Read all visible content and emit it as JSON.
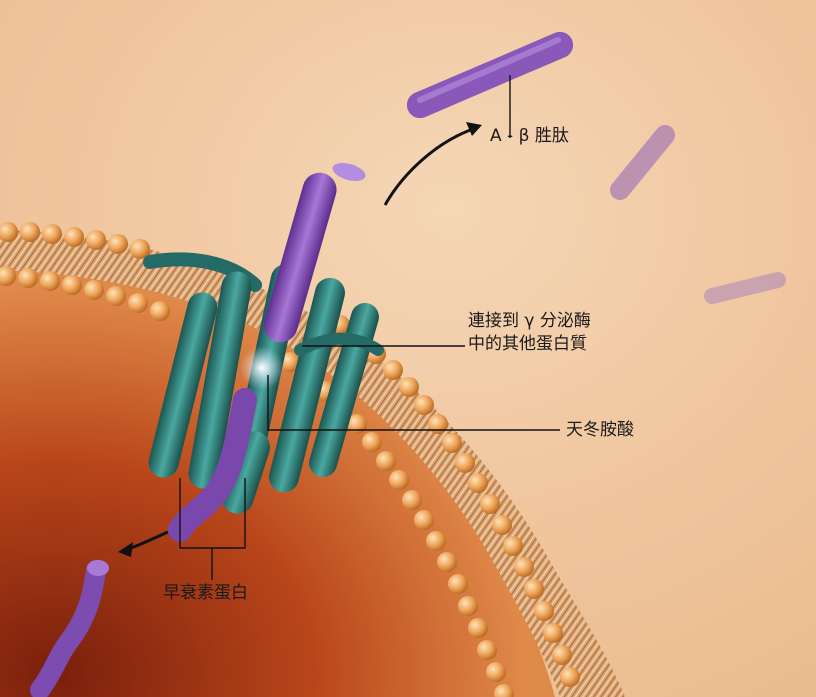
{
  "labels": {
    "abeta": "A - β 胜肽",
    "connect_line1": "連接到 γ 分泌酶",
    "connect_line2": "中的其他蛋白質",
    "aspartate": "天冬胺酸",
    "presenilin": "早衰素蛋白"
  },
  "colors": {
    "background": "#f1c9a2",
    "peptide": "#8a58b8",
    "protein": "#2e7d78",
    "lipid_head": "#e9a45e",
    "cell_inner": "#b84a1c"
  }
}
